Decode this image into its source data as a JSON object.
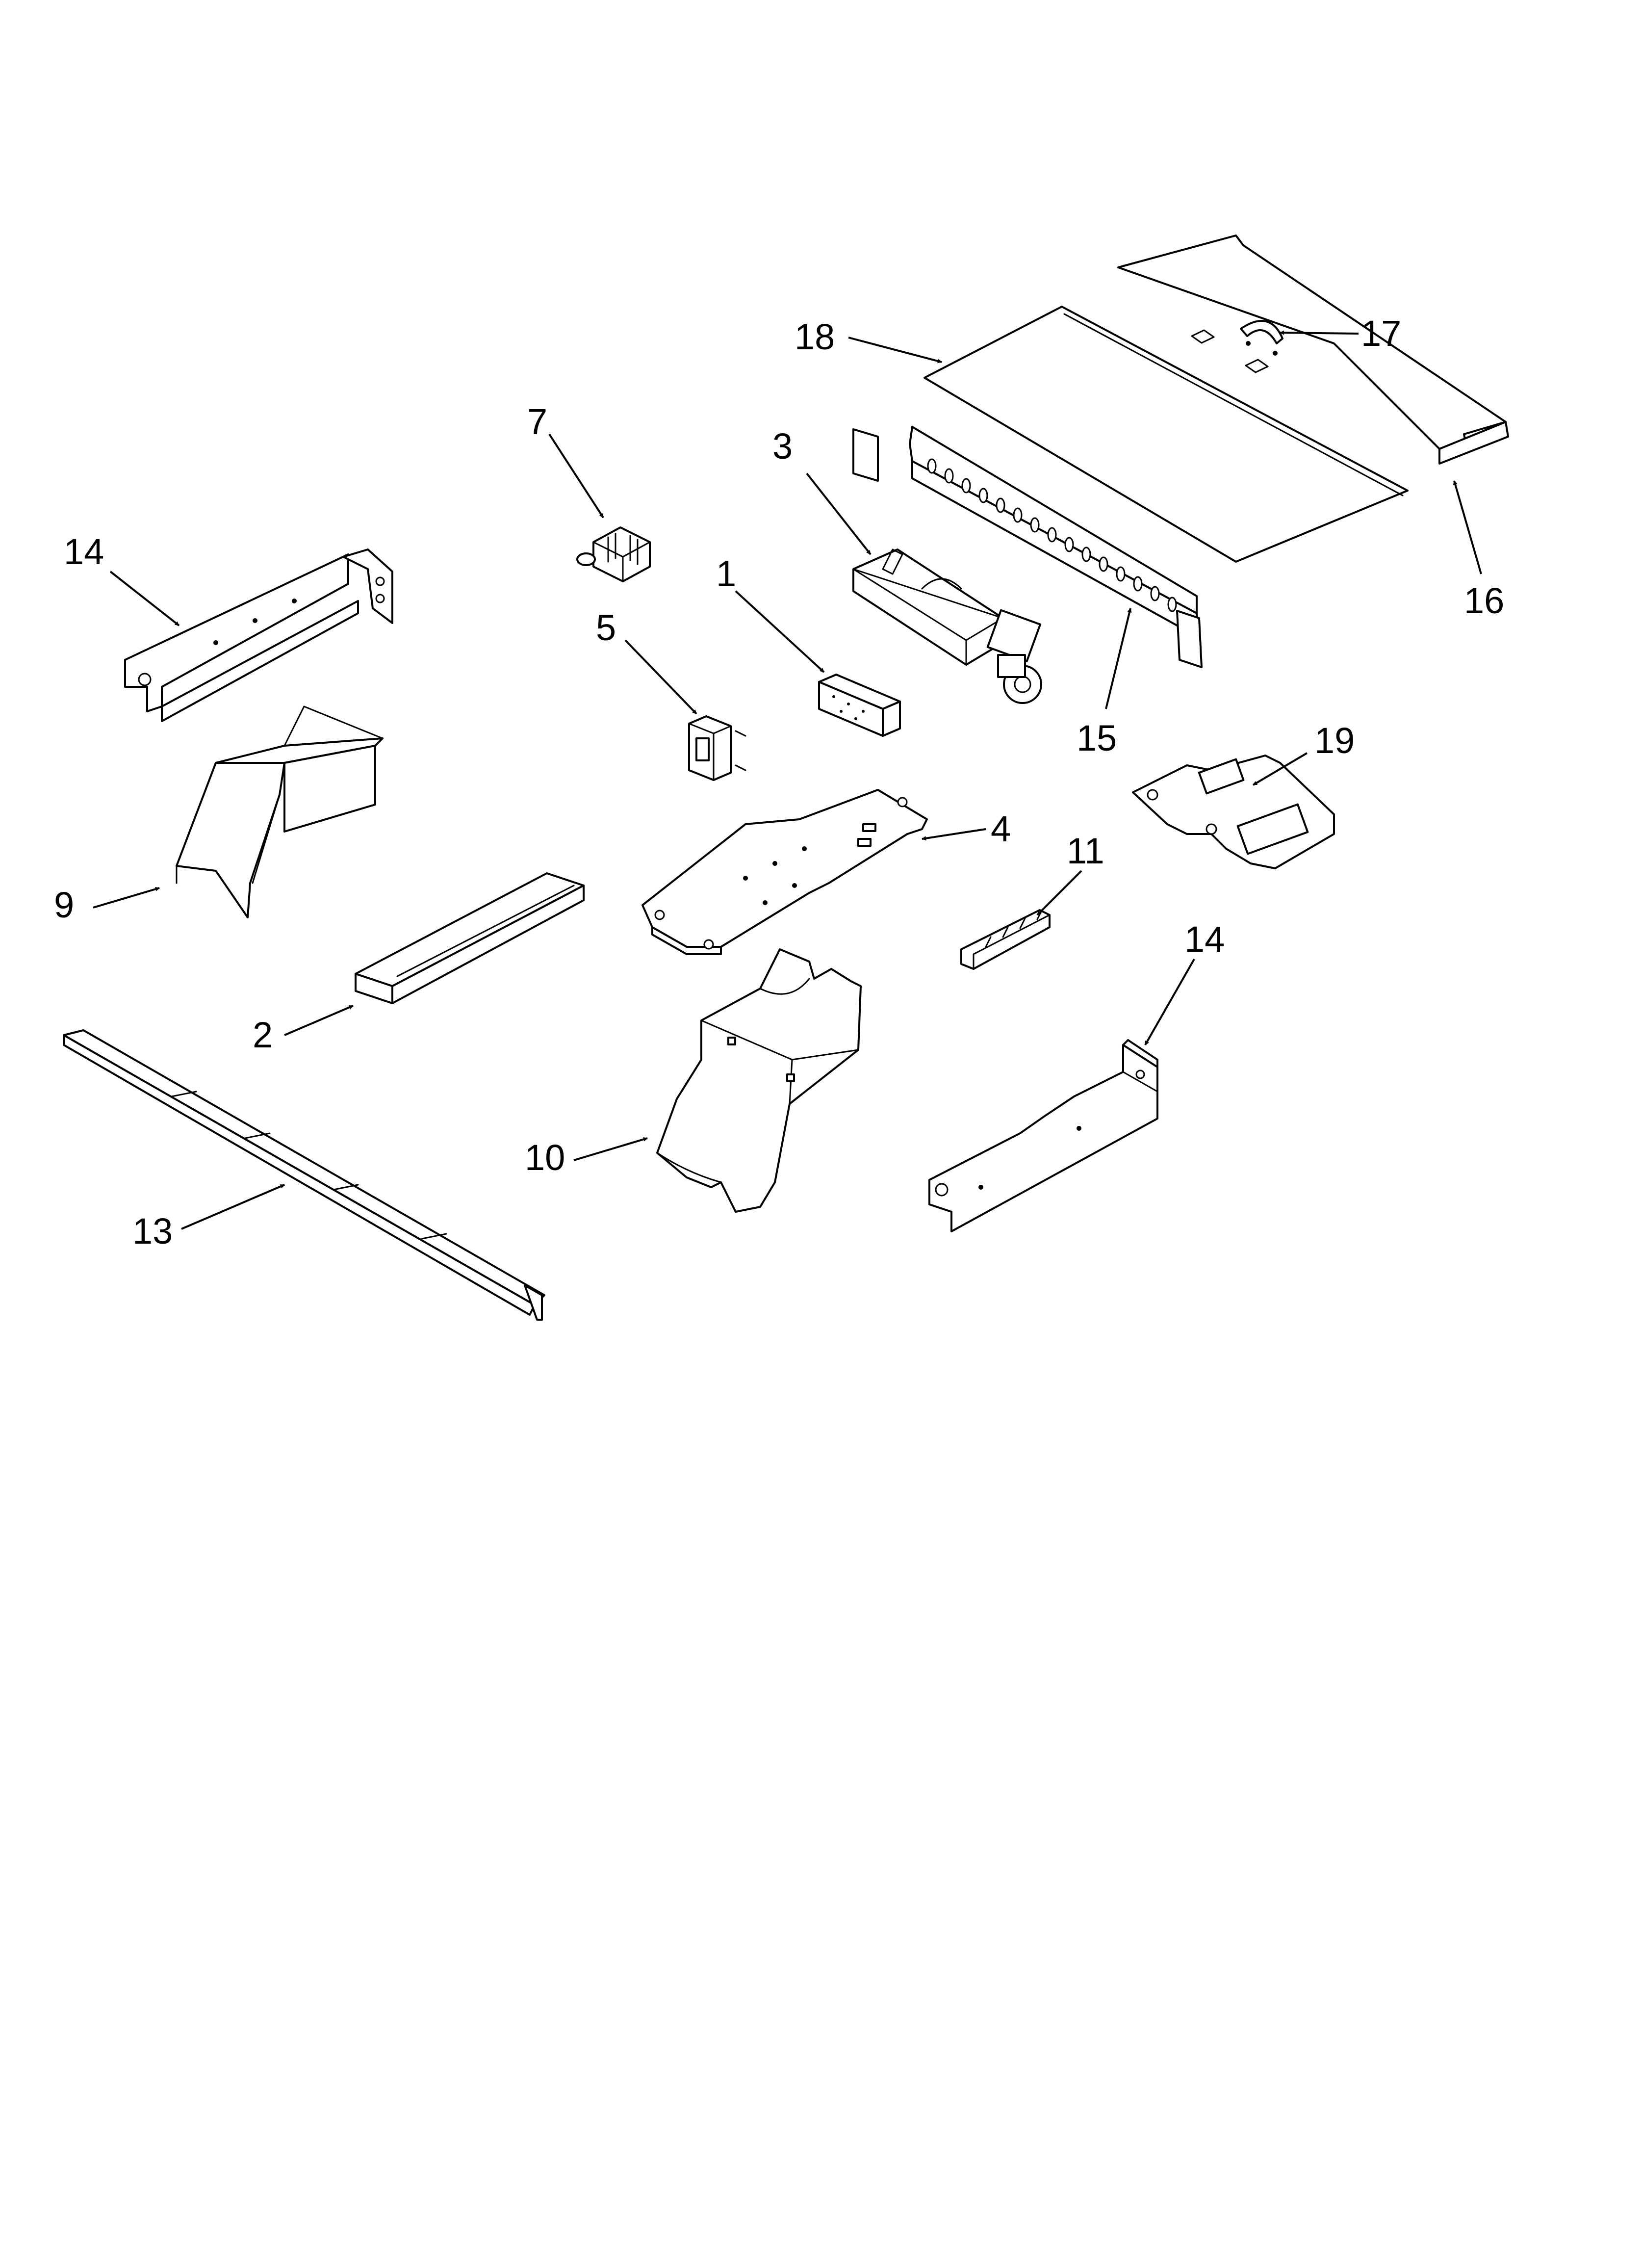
{
  "diagram": {
    "callouts": [
      {
        "id": "c18",
        "text": "18"
      },
      {
        "id": "c17",
        "text": "17"
      },
      {
        "id": "c16",
        "text": "16"
      },
      {
        "id": "c7",
        "text": "7"
      },
      {
        "id": "c3",
        "text": "3"
      },
      {
        "id": "c14a",
        "text": "14"
      },
      {
        "id": "c1",
        "text": "1"
      },
      {
        "id": "c5",
        "text": "5"
      },
      {
        "id": "c15",
        "text": "15"
      },
      {
        "id": "c19",
        "text": "19"
      },
      {
        "id": "c4",
        "text": "4"
      },
      {
        "id": "c9",
        "text": "9"
      },
      {
        "id": "c11",
        "text": "11"
      },
      {
        "id": "c14b",
        "text": "14"
      },
      {
        "id": "c2",
        "text": "2"
      },
      {
        "id": "c10",
        "text": "10"
      },
      {
        "id": "c13",
        "text": "13"
      }
    ]
  }
}
